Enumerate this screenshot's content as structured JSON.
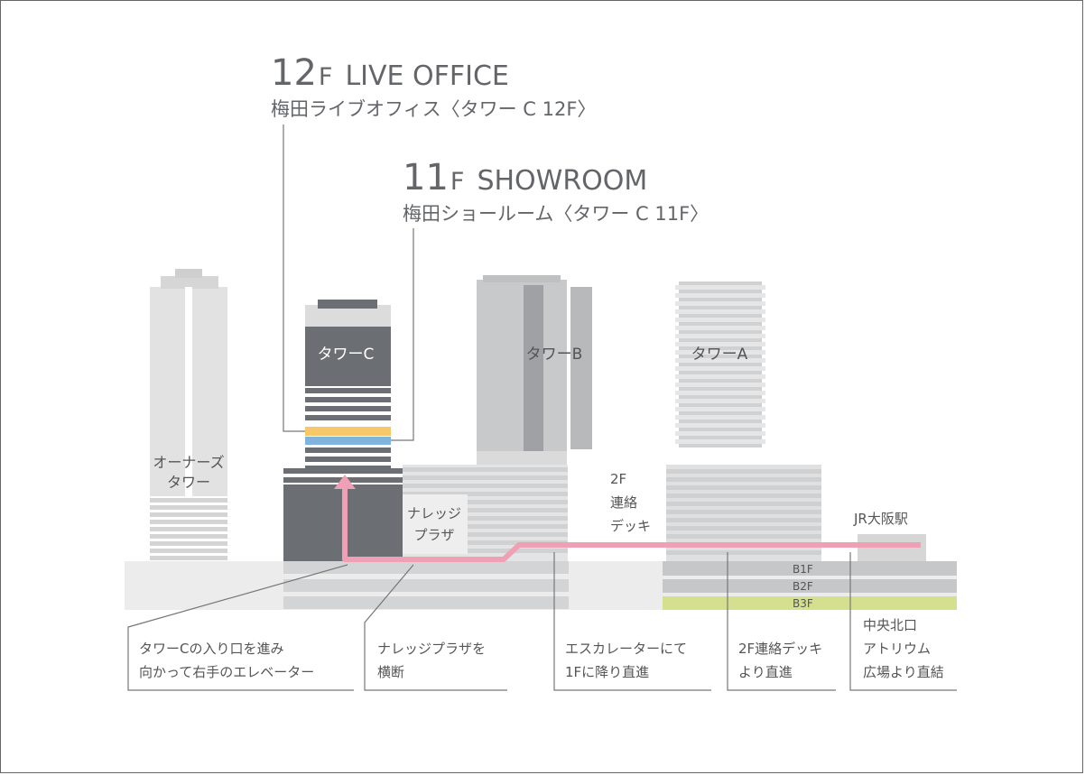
{
  "heading_12f": {
    "num": "12",
    "unit": "F",
    "name": "LIVE OFFICE",
    "sub": "梅田ライブオフィス〈タワー C 12F〉"
  },
  "heading_11f": {
    "num": "11",
    "unit": "F",
    "name": "SHOWROOM",
    "sub": "梅田ショールーム〈タワー C 11F〉"
  },
  "buildings": {
    "owners_tower": [
      "オーナーズ",
      "タワー"
    ],
    "tower_c": "タワーC",
    "tower_b": "タワーB",
    "tower_a": "タワーA",
    "knowledge_plaza": [
      "ナレッジ",
      "プラザ"
    ],
    "jr_osaka": "JR大阪駅",
    "deck": [
      "2F",
      "連絡",
      "デッキ"
    ]
  },
  "floors": [
    "B1F",
    "B2F",
    "B3F"
  ],
  "steps": [
    [
      "タワーCの入り口を進み",
      "向かって右手のエレベーター"
    ],
    [
      "ナレッジプラザを",
      "横断"
    ],
    [
      "エスカレーターにて",
      "1Fに降り直進"
    ],
    [
      "2F連絡デッキ",
      "より直進"
    ],
    [
      "中央北口",
      "アトリウム",
      "広場より直結"
    ]
  ],
  "colors": {
    "route": "#f0a0b4",
    "floor_12f": "#f6c86a",
    "floor_11f": "#80b4dc",
    "b3f": "#d4e08e",
    "building_dark": "#6b6e72",
    "building_light": "#c8c9cb"
  }
}
